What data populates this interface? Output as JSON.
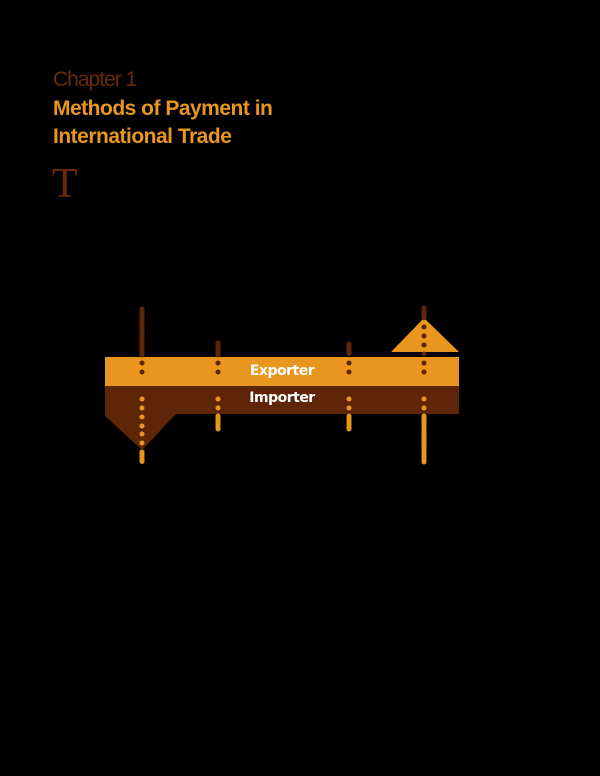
{
  "header": {
    "chapter": "Chapter 1",
    "title_line1": "Methods of Payment in",
    "title_line2": "International Trade",
    "dropcap": "T"
  },
  "diagram": {
    "bands": [
      {
        "label": "Exporter",
        "color": "#E8961E"
      },
      {
        "label": "Importer",
        "color": "#5E2508"
      }
    ],
    "colors": {
      "orange": "#E8961E",
      "brown": "#5E2508"
    },
    "columns_x": [
      142,
      218,
      349,
      424
    ]
  }
}
